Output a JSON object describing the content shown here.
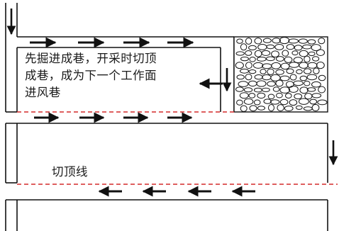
{
  "annotations": {
    "roadway_note": [
      "先掘进成巷，开采时切顶",
      "成巷，成为下一个工作面",
      "进风巷"
    ],
    "cut_line_label": "切顶线"
  },
  "flow": {
    "upper_roadway": "right",
    "middle_roadway": "right",
    "lower_roadway": "left",
    "vertical_arrows": "down",
    "inner_roadway_arrow": "left"
  },
  "colors": {
    "outline": "#111111",
    "cut_line": "#d42a2a",
    "gob_fill": "#ffffff"
  }
}
